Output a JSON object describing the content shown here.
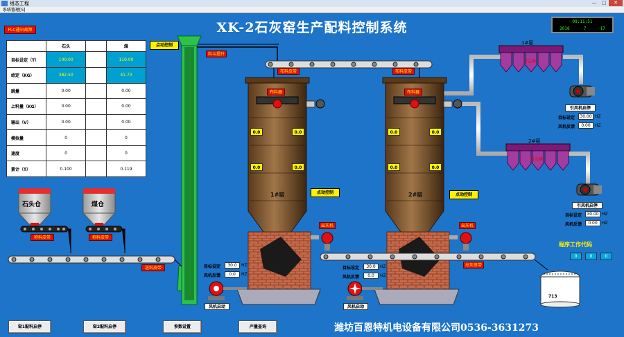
{
  "window": {
    "title": "组态工程",
    "menu": "系统管理[S]",
    "btn_min": "—",
    "btn_max": "□",
    "btn_close": "✕"
  },
  "header": {
    "title": "XK-2石灰窑生产配料控制系统",
    "plc_alarm": "PLC通讯故障"
  },
  "clock": {
    "time": "09:11:51",
    "year": "2018",
    "month": "7",
    "day": "17"
  },
  "table": {
    "headers": [
      "",
      "石头",
      "",
      "煤"
    ],
    "rows": [
      {
        "label": "目标设定（T）",
        "stone": "100.00",
        "coal": "110.00",
        "cyan": true
      },
      {
        "label": "给定（KG）",
        "stone": "382.50",
        "coal": "41.70",
        "cyan": true
      },
      {
        "label": "跳量",
        "stone": "0.00",
        "coal": "0.00",
        "cyan": false
      },
      {
        "label": "上料量（KG）",
        "stone": "0.00",
        "coal": "0.00",
        "cyan": false
      },
      {
        "label": "输出（V）",
        "stone": "0.00",
        "coal": "0.00",
        "cyan": false
      },
      {
        "label": "模拟量",
        "stone": "0",
        "coal": "0",
        "cyan": false
      },
      {
        "label": "速度",
        "stone": "0",
        "coal": "0",
        "cyan": false
      },
      {
        "label": "累计（T）",
        "stone": "0.100",
        "coal": "0.119",
        "cyan": false
      }
    ]
  },
  "silos": {
    "stone": "石头仓",
    "coal": "煤仓",
    "stone_belt": "称料皮带",
    "coal_belt": "称料皮带"
  },
  "tags": {
    "jog1": "点动控制",
    "hopper_lift": "料斗提升",
    "dist_belt1": "布料皮带",
    "dist_belt2": "布料皮带",
    "top1": "布料器",
    "top2": "布料器",
    "main_belt": "送料皮带",
    "jog2": "点动控制",
    "jog3": "点动控制",
    "outlet1": "出灰机",
    "outlet2": "出灰机",
    "ash_belt": "出灰皮带"
  },
  "kilns": {
    "k1": {
      "name": "1#窑",
      "vals": [
        "0.0",
        "0.0",
        "0.0",
        "0.0"
      ]
    },
    "k2": {
      "name": "2#窑",
      "vals": [
        "0.0",
        "0.0",
        "0.0",
        "0.0"
      ]
    }
  },
  "dust": {
    "d1": {
      "title": "1#窑",
      "label": "除尘器"
    },
    "d2": {
      "title": "2#窑",
      "label": "除尘器"
    }
  },
  "fans_top": {
    "f1": {
      "title": "引风机启停",
      "set_label": "目标设定",
      "set": "30.00",
      "fb_label": "风机反馈",
      "fb": "0.00",
      "unit": "HZ"
    },
    "f2": {
      "title": "引风机启停",
      "set_label": "目标设定",
      "set": "30.00",
      "fb_label": "风机反馈",
      "fb": "0.00",
      "unit": "HZ"
    }
  },
  "fans_bottom": {
    "f1": {
      "set_label": "目标设定",
      "set": "30.0",
      "fb_label": "风机反馈",
      "fb": "0.0",
      "unit": "HZ",
      "start": "风机启动"
    },
    "f2": {
      "set_label": "目标设定",
      "set": "30.0",
      "fb_label": "风机反馈",
      "fb": "0.0",
      "unit": "HZ",
      "start": "风机启动"
    }
  },
  "program": {
    "title": "程序工作代码",
    "codes": [
      "0",
      "0",
      "0"
    ]
  },
  "tank": {
    "value": "713"
  },
  "bottom": {
    "btn1": "窑1配料启停",
    "btn2": "窑2配料启停",
    "btn3": "参数设置",
    "btn4": "产量查询",
    "company": "潍坊百恩特机电设备有限公司0536-3631273"
  }
}
